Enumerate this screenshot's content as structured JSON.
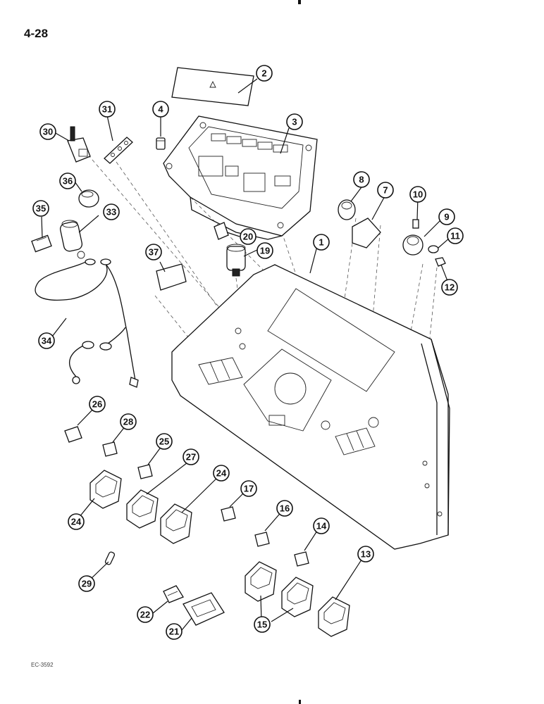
{
  "page": {
    "number": "4-28",
    "ref_code": "EC-3592"
  },
  "callouts": [
    {
      "id": "c1",
      "label": "1"
    },
    {
      "id": "c2",
      "label": "2"
    },
    {
      "id": "c3",
      "label": "3"
    },
    {
      "id": "c4",
      "label": "4"
    },
    {
      "id": "c7",
      "label": "7"
    },
    {
      "id": "c8",
      "label": "8"
    },
    {
      "id": "c9",
      "label": "9"
    },
    {
      "id": "c10",
      "label": "10"
    },
    {
      "id": "c11",
      "label": "11"
    },
    {
      "id": "c12",
      "label": "12"
    },
    {
      "id": "c13",
      "label": "13"
    },
    {
      "id": "c14",
      "label": "14"
    },
    {
      "id": "c15",
      "label": "15"
    },
    {
      "id": "c16",
      "label": "16"
    },
    {
      "id": "c17",
      "label": "17"
    },
    {
      "id": "c19",
      "label": "19"
    },
    {
      "id": "c20",
      "label": "20"
    },
    {
      "id": "c21",
      "label": "21"
    },
    {
      "id": "c22",
      "label": "22"
    },
    {
      "id": "c24a",
      "label": "24"
    },
    {
      "id": "c24b",
      "label": "24"
    },
    {
      "id": "c25",
      "label": "25"
    },
    {
      "id": "c26",
      "label": "26"
    },
    {
      "id": "c27",
      "label": "27"
    },
    {
      "id": "c28",
      "label": "28"
    },
    {
      "id": "c29",
      "label": "29"
    },
    {
      "id": "c30",
      "label": "30"
    },
    {
      "id": "c31",
      "label": "31"
    },
    {
      "id": "c33",
      "label": "33"
    },
    {
      "id": "c34",
      "label": "34"
    },
    {
      "id": "c35",
      "label": "35"
    },
    {
      "id": "c36",
      "label": "36"
    },
    {
      "id": "c37",
      "label": "37"
    }
  ]
}
